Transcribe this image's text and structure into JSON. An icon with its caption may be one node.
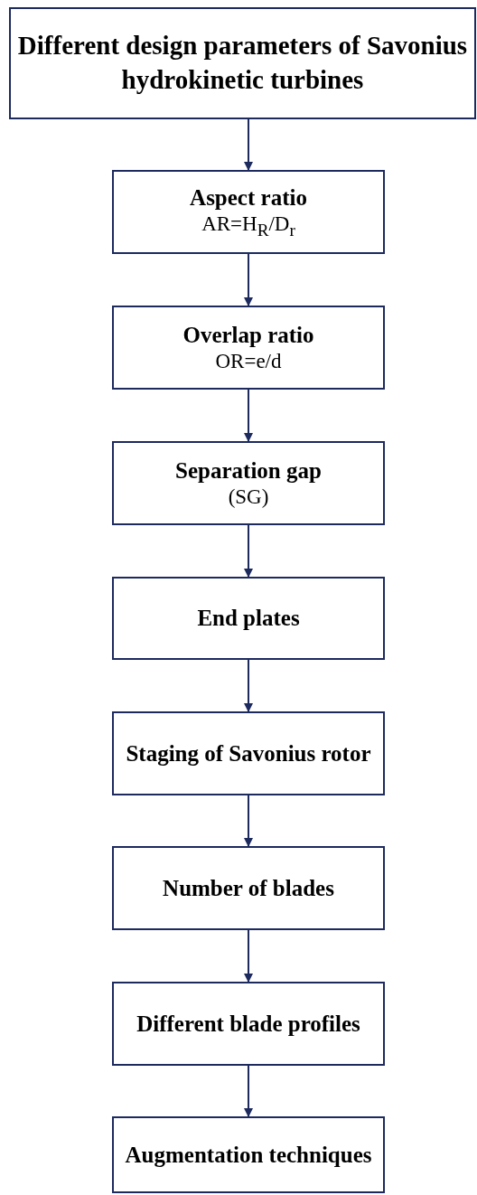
{
  "diagram": {
    "nodes": [
      {
        "text": [
          "Different design parameters of Savonius hydrokinetic turbines"
        ]
      },
      {
        "text": [
          "Aspect ratio",
          "AR=H$_{R}$/D$_{r}$"
        ]
      },
      {
        "text": [
          "Overlap ratio",
          "OR=e/d"
        ]
      },
      {
        "text": [
          "Separation gap",
          "(SG)"
        ]
      },
      {
        "text": [
          "End plates"
        ]
      },
      {
        "text": [
          "Staging of Savonius rotor"
        ]
      },
      {
        "text": [
          "Number of blades"
        ]
      },
      {
        "text": [
          "Different blade profiles"
        ]
      },
      {
        "text": [
          "Augmentation techniques"
        ]
      }
    ],
    "edges": [
      {
        "from": 0,
        "to": 1,
        "arrow": "to"
      },
      {
        "from": 1,
        "to": 2,
        "arrow": "to"
      },
      {
        "from": 2,
        "to": 3,
        "arrow": "to"
      },
      {
        "from": 3,
        "to": 4,
        "arrow": "to"
      },
      {
        "from": 4,
        "to": 5,
        "arrow": "to"
      },
      {
        "from": 5,
        "to": 6,
        "arrow": "to"
      },
      {
        "from": 6,
        "to": 7,
        "arrow": "to"
      },
      {
        "from": 7,
        "to": 8,
        "arrow": "to"
      }
    ]
  }
}
